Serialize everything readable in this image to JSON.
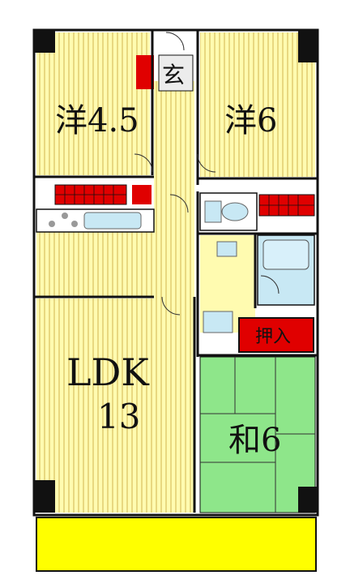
{
  "rooms": {
    "western_a": {
      "name": "洋4.5"
    },
    "western_b": {
      "name": "洋6"
    },
    "ldk": {
      "name": "LDK",
      "size": "13"
    },
    "japanese": {
      "name": "和6"
    }
  },
  "entrance": {
    "label": "玄"
  },
  "closet": {
    "label": "押入"
  },
  "colors": {
    "floor_yellow": "#fffbb0",
    "stripe": "#d8c060",
    "tatami_green": "#8ee68a",
    "storage_red": "#e00000",
    "balcony_yellow": "#ffff00",
    "water_blue": "#c8e8f4",
    "wall": "#111111"
  }
}
